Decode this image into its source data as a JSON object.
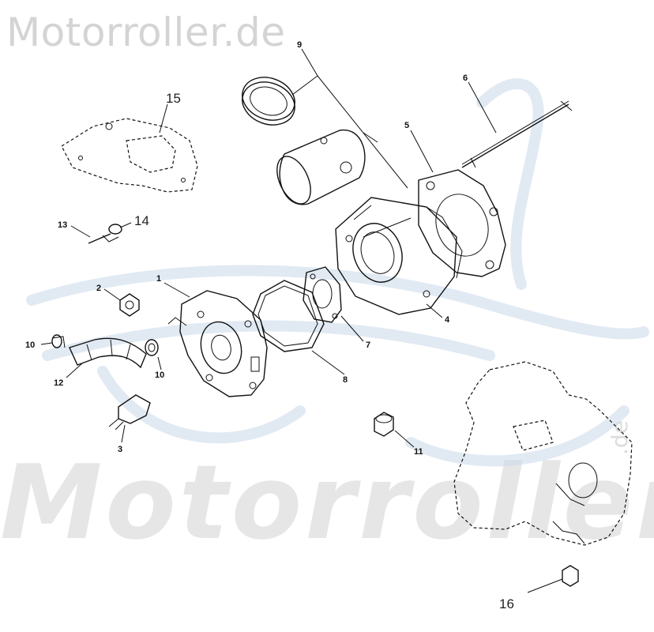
{
  "watermark": {
    "top_text": "Motorroller.de",
    "big_text": "Motorroller",
    "side_text": ".de"
  },
  "colors": {
    "watermark_gray": "#d4d4d4",
    "logo_blue": "#c9d9ea",
    "line": "#111111"
  },
  "labels": {
    "p1": "1",
    "p2": "2",
    "p3": "3",
    "p4": "4",
    "p5": "5",
    "p6": "6",
    "p7": "7",
    "p8": "8",
    "p9": "9",
    "p10a": "10",
    "p10b": "10",
    "p11": "11",
    "p12": "12",
    "p13": "13",
    "p14": "14",
    "p15": "15",
    "p16": "16"
  }
}
